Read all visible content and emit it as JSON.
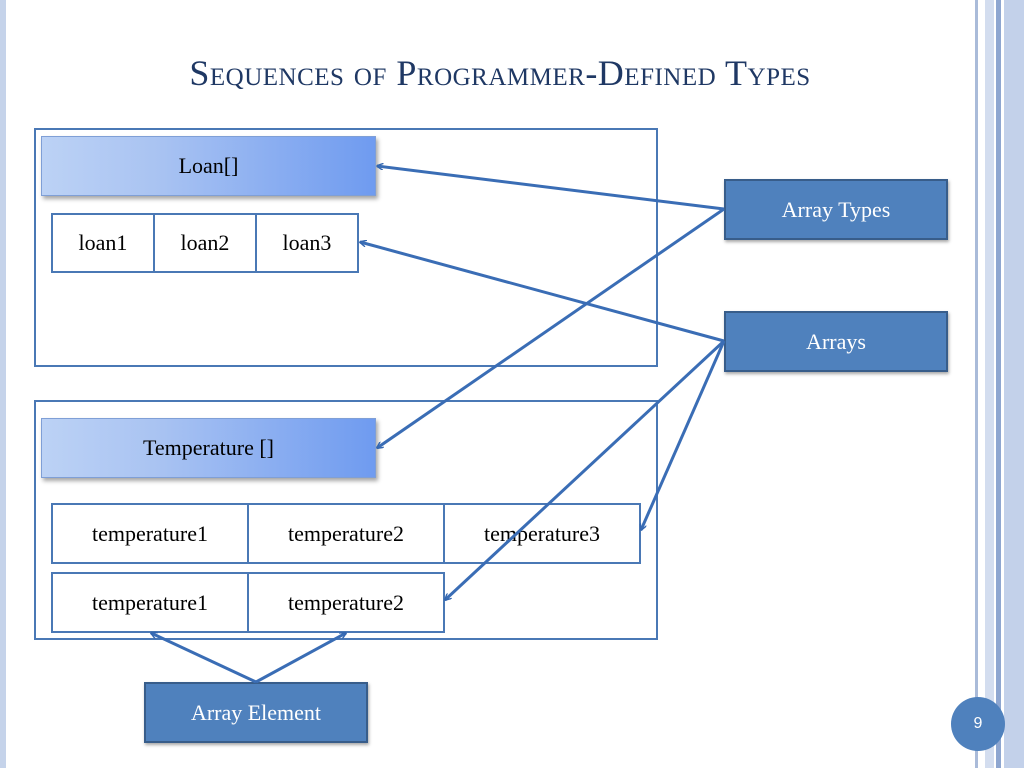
{
  "slide": {
    "title": "Sequences of Programmer-Defined Types",
    "page_number": "9"
  },
  "diagram": {
    "loan_type_label": "Loan[]",
    "loan_cells": [
      "loan1",
      "loan2",
      "loan3"
    ],
    "temperature_type_label": "Temperature []",
    "temperature_row1": [
      "temperature1",
      "temperature2",
      "temperature3"
    ],
    "temperature_row2": [
      "temperature1",
      "temperature2"
    ],
    "callouts": {
      "array_types": "Array Types",
      "arrays": "Arrays",
      "array_element": "Array Element"
    }
  },
  "colors": {
    "title": "#1f3864",
    "accent": "#4f81bd",
    "frame": "#4a78b5"
  }
}
